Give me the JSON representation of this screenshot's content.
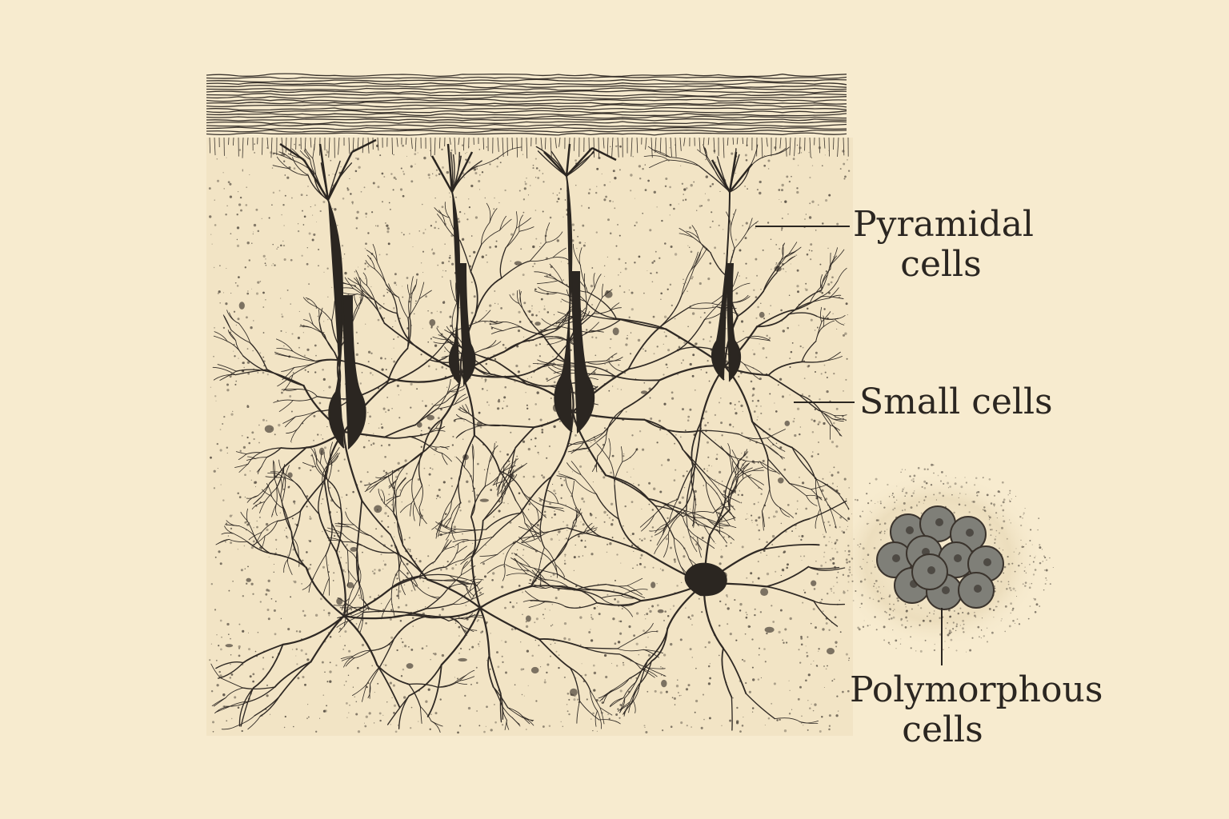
{
  "labels": {
    "pyramidal": {
      "line1": "Pyramidal",
      "line2": "cells"
    },
    "small": {
      "line1": "Small cells"
    },
    "polymorphous": {
      "line1": "Polymorphous",
      "line2": "cells"
    }
  },
  "colors": {
    "background": "#f7ebcf",
    "ink": "#2b2621",
    "cell_fill": "#7f7f78"
  }
}
